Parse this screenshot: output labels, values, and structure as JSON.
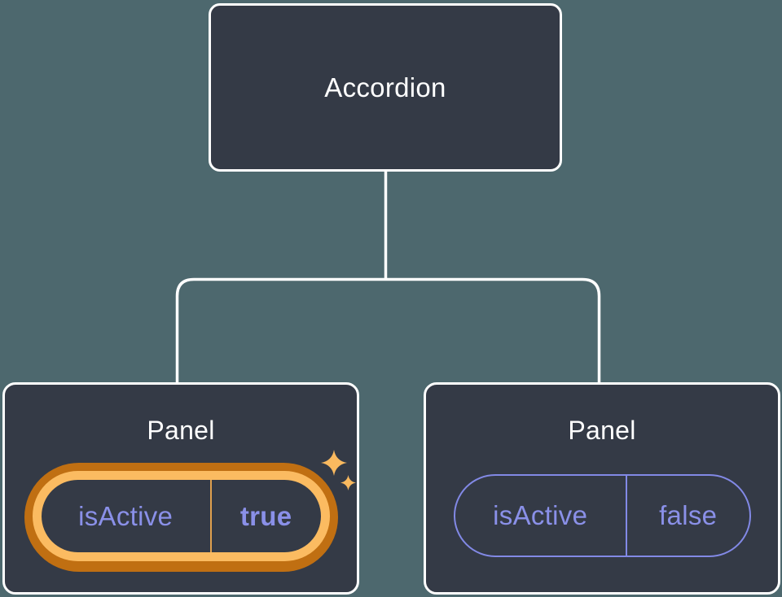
{
  "diagram": {
    "root": {
      "label": "Accordion"
    },
    "children": [
      {
        "label": "Panel",
        "state": "active",
        "highlighted": true,
        "prop": {
          "name": "isActive",
          "value": "true"
        }
      },
      {
        "label": "Panel",
        "state": "inactive",
        "highlighted": false,
        "prop": {
          "name": "isActive",
          "value": "false"
        }
      }
    ]
  },
  "icons": {
    "sparkle_large": "sparkle-icon",
    "sparkle_small": "sparkle-icon"
  },
  "colors": {
    "background": "#4d686e",
    "node_fill": "#343a46",
    "node_border": "#ffffff",
    "connector_line": "#ffffff",
    "title_text": "#ffffff",
    "prop_text": "#8a90e8",
    "inactive_pill_border": "#8289e6",
    "highlight_ring_outer": "#c06f12",
    "highlight_ring_inner": "#fbbb61",
    "highlight_divider": "#e0a04e",
    "sparkle": "#f9b95f"
  }
}
